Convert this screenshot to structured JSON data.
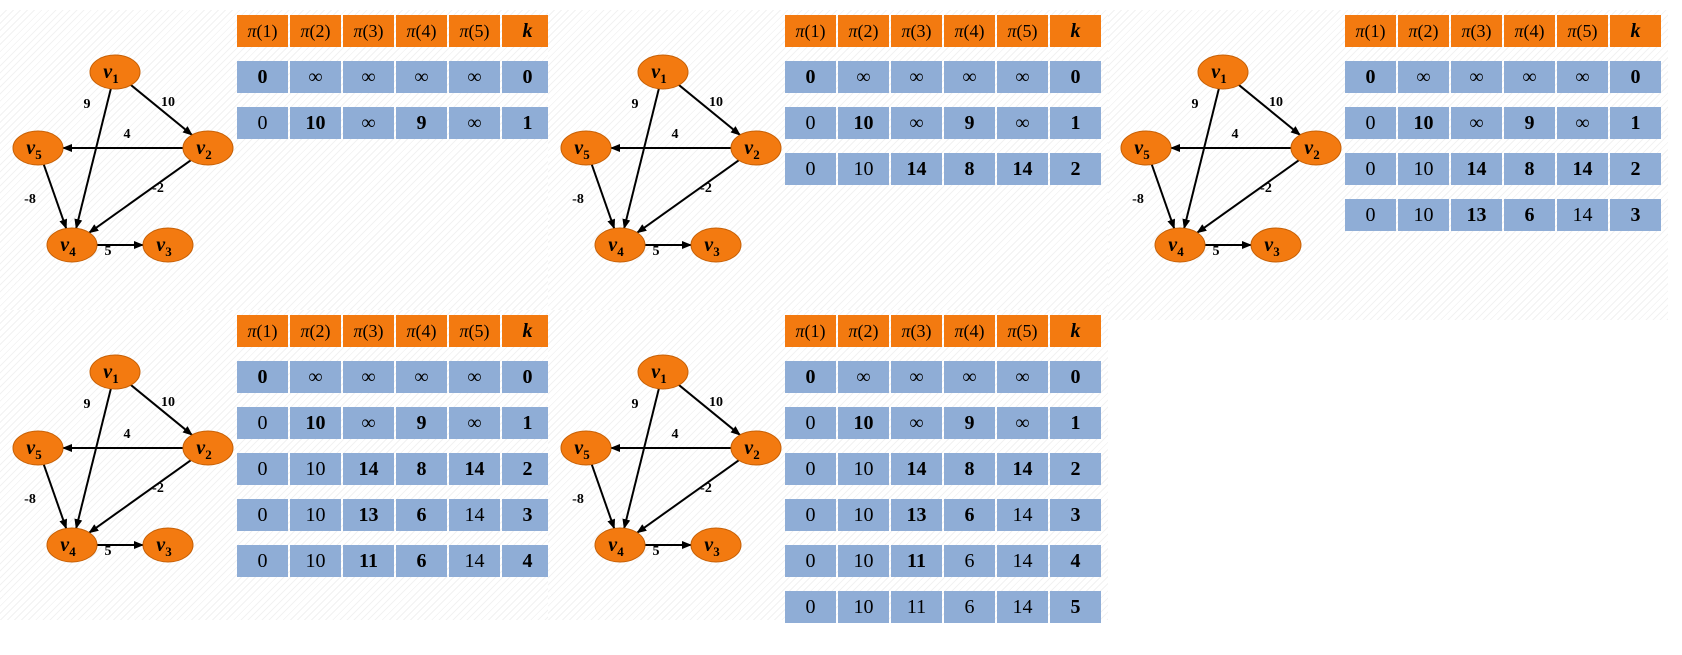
{
  "colors": {
    "node": "#f37a10",
    "header": "#f37a10",
    "cell": "#8fadd6",
    "highlight": "#e31414"
  },
  "graph": {
    "nodes": [
      {
        "id": "v1",
        "label": "v",
        "sub": "1"
      },
      {
        "id": "v2",
        "label": "v",
        "sub": "2"
      },
      {
        "id": "v3",
        "label": "v",
        "sub": "3"
      },
      {
        "id": "v4",
        "label": "v",
        "sub": "4"
      },
      {
        "id": "v5",
        "label": "v",
        "sub": "5"
      }
    ],
    "edges": [
      {
        "from": "v1",
        "to": "v2",
        "weight": "10"
      },
      {
        "from": "v1",
        "to": "v4",
        "weight": "9"
      },
      {
        "from": "v2",
        "to": "v5",
        "weight": "4"
      },
      {
        "from": "v2",
        "to": "v4",
        "weight": "-2"
      },
      {
        "from": "v5",
        "to": "v4",
        "weight": "-8"
      },
      {
        "from": "v4",
        "to": "v3",
        "weight": "5"
      }
    ]
  },
  "table_header": [
    {
      "pi": "π",
      "arg": "(1)"
    },
    {
      "pi": "π",
      "arg": "(2)"
    },
    {
      "pi": "π",
      "arg": "(3)"
    },
    {
      "pi": "π",
      "arg": "(4)"
    },
    {
      "pi": "π",
      "arg": "(5)"
    },
    {
      "pi": "",
      "arg": "k"
    }
  ],
  "panels": [
    {
      "rows": [
        {
          "cells": [
            [
              "0",
              "black"
            ],
            [
              "∞",
              "plain"
            ],
            [
              "∞",
              "plain"
            ],
            [
              "∞",
              "plain"
            ],
            [
              "∞",
              "plain"
            ],
            [
              "0",
              "white"
            ]
          ]
        },
        {
          "cells": [
            [
              "0",
              "plain"
            ],
            [
              "10",
              "red"
            ],
            [
              "∞",
              "plain"
            ],
            [
              "9",
              "red"
            ],
            [
              "∞",
              "plain"
            ],
            [
              "1",
              "white"
            ]
          ]
        }
      ]
    },
    {
      "rows": [
        {
          "cells": [
            [
              "0",
              "black"
            ],
            [
              "∞",
              "plain"
            ],
            [
              "∞",
              "plain"
            ],
            [
              "∞",
              "plain"
            ],
            [
              "∞",
              "plain"
            ],
            [
              "0",
              "white"
            ]
          ]
        },
        {
          "cells": [
            [
              "0",
              "plain"
            ],
            [
              "10",
              "red"
            ],
            [
              "∞",
              "plain"
            ],
            [
              "9",
              "red"
            ],
            [
              "∞",
              "plain"
            ],
            [
              "1",
              "white"
            ]
          ]
        },
        {
          "cells": [
            [
              "0",
              "plain"
            ],
            [
              "10",
              "plain"
            ],
            [
              "14",
              "red"
            ],
            [
              "8",
              "red"
            ],
            [
              "14",
              "red"
            ],
            [
              "2",
              "white"
            ]
          ]
        }
      ]
    },
    {
      "rows": [
        {
          "cells": [
            [
              "0",
              "black"
            ],
            [
              "∞",
              "plain"
            ],
            [
              "∞",
              "plain"
            ],
            [
              "∞",
              "plain"
            ],
            [
              "∞",
              "plain"
            ],
            [
              "0",
              "white"
            ]
          ]
        },
        {
          "cells": [
            [
              "0",
              "plain"
            ],
            [
              "10",
              "black"
            ],
            [
              "∞",
              "plain"
            ],
            [
              "9",
              "black"
            ],
            [
              "∞",
              "plain"
            ],
            [
              "1",
              "white"
            ]
          ]
        },
        {
          "cells": [
            [
              "0",
              "plain"
            ],
            [
              "10",
              "plain"
            ],
            [
              "14",
              "red"
            ],
            [
              "8",
              "red"
            ],
            [
              "14",
              "red"
            ],
            [
              "2",
              "white"
            ]
          ]
        },
        {
          "cells": [
            [
              "0",
              "plain"
            ],
            [
              "10",
              "plain"
            ],
            [
              "13",
              "red"
            ],
            [
              "6",
              "red"
            ],
            [
              "14",
              "plain"
            ],
            [
              "3",
              "white"
            ]
          ]
        }
      ]
    },
    {
      "rows": [
        {
          "cells": [
            [
              "0",
              "black"
            ],
            [
              "∞",
              "plain"
            ],
            [
              "∞",
              "plain"
            ],
            [
              "∞",
              "plain"
            ],
            [
              "∞",
              "plain"
            ],
            [
              "0",
              "white"
            ]
          ]
        },
        {
          "cells": [
            [
              "0",
              "plain"
            ],
            [
              "10",
              "black"
            ],
            [
              "∞",
              "plain"
            ],
            [
              "9",
              "black"
            ],
            [
              "∞",
              "plain"
            ],
            [
              "1",
              "white"
            ]
          ]
        },
        {
          "cells": [
            [
              "0",
              "plain"
            ],
            [
              "10",
              "plain"
            ],
            [
              "14",
              "black"
            ],
            [
              "8",
              "black"
            ],
            [
              "14",
              "black"
            ],
            [
              "2",
              "white"
            ]
          ]
        },
        {
          "cells": [
            [
              "0",
              "plain"
            ],
            [
              "10",
              "plain"
            ],
            [
              "13",
              "red"
            ],
            [
              "6",
              "red"
            ],
            [
              "14",
              "plain"
            ],
            [
              "3",
              "white"
            ]
          ]
        },
        {
          "cells": [
            [
              "0",
              "plain"
            ],
            [
              "10",
              "plain"
            ],
            [
              "11",
              "red"
            ],
            [
              "6",
              "black"
            ],
            [
              "14",
              "plain"
            ],
            [
              "4",
              "white"
            ]
          ]
        }
      ]
    },
    {
      "rows": [
        {
          "cells": [
            [
              "0",
              "black"
            ],
            [
              "∞",
              "plain"
            ],
            [
              "∞",
              "plain"
            ],
            [
              "∞",
              "plain"
            ],
            [
              "∞",
              "plain"
            ],
            [
              "0",
              "white"
            ]
          ]
        },
        {
          "cells": [
            [
              "0",
              "plain"
            ],
            [
              "10",
              "red"
            ],
            [
              "∞",
              "plain"
            ],
            [
              "9",
              "red"
            ],
            [
              "∞",
              "plain"
            ],
            [
              "1",
              "white"
            ]
          ]
        },
        {
          "cells": [
            [
              "0",
              "plain"
            ],
            [
              "10",
              "plain"
            ],
            [
              "14",
              "red"
            ],
            [
              "8",
              "red"
            ],
            [
              "14",
              "red"
            ],
            [
              "2",
              "white"
            ]
          ]
        },
        {
          "cells": [
            [
              "0",
              "plain"
            ],
            [
              "10",
              "plain"
            ],
            [
              "13",
              "red"
            ],
            [
              "6",
              "red"
            ],
            [
              "14",
              "plain"
            ],
            [
              "3",
              "white"
            ]
          ]
        },
        {
          "cells": [
            [
              "0",
              "plain"
            ],
            [
              "10",
              "plain"
            ],
            [
              "11",
              "red"
            ],
            [
              "6",
              "plain"
            ],
            [
              "14",
              "plain"
            ],
            [
              "4",
              "white"
            ]
          ]
        },
        {
          "cells": [
            [
              "0",
              "plain"
            ],
            [
              "10",
              "plain"
            ],
            [
              "11",
              "plain"
            ],
            [
              "6",
              "plain"
            ],
            [
              "14",
              "plain"
            ],
            [
              "5",
              "white"
            ]
          ]
        }
      ]
    }
  ]
}
